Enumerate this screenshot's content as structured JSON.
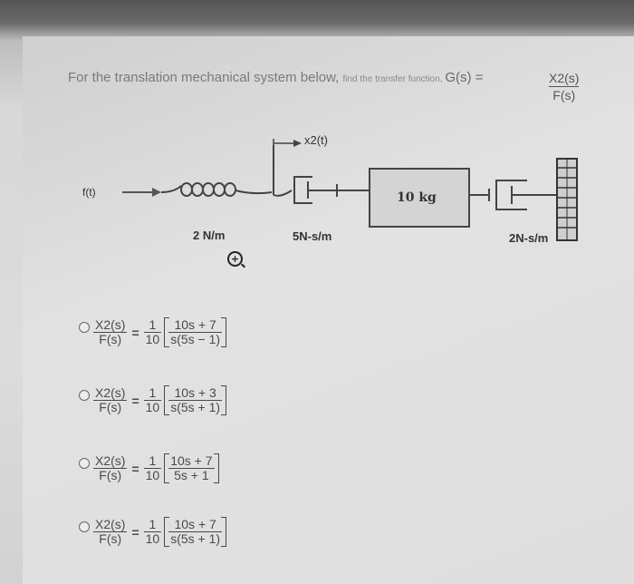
{
  "question": {
    "text": "For the translation mechanical system below, ",
    "tiny": "find the transfer function, ",
    "g_label": "G(s) =",
    "tf_num": "X2(s)",
    "tf_den": "F(s)"
  },
  "diagram": {
    "force_label": "f(t)",
    "displacement_label": "x2(t)",
    "spring_label": "2 N/m",
    "damper1_label": "5N-s/m",
    "mass_label": "10 kg",
    "damper2_label": "2N-s/m"
  },
  "options": [
    {
      "lhs_num": "X2(s)",
      "lhs_den": "F(s)",
      "coef_num": "1",
      "coef_den": "10",
      "br_num": "10s + 7",
      "br_den": "s(5s − 1)"
    },
    {
      "lhs_num": "X2(s)",
      "lhs_den": "F(s)",
      "coef_num": "1",
      "coef_den": "10",
      "br_num": "10s + 3",
      "br_den": "s(5s + 1)"
    },
    {
      "lhs_num": "X2(s)",
      "lhs_den": "F(s)",
      "coef_num": "1",
      "coef_den": "10",
      "br_num": "10s + 7",
      "br_den": "5s + 1"
    },
    {
      "lhs_num": "X2(s)",
      "lhs_den": "F(s)",
      "coef_num": "1",
      "coef_den": "10",
      "br_num": "10s + 7",
      "br_den": "s(5s + 1)"
    }
  ],
  "option_eq": "="
}
